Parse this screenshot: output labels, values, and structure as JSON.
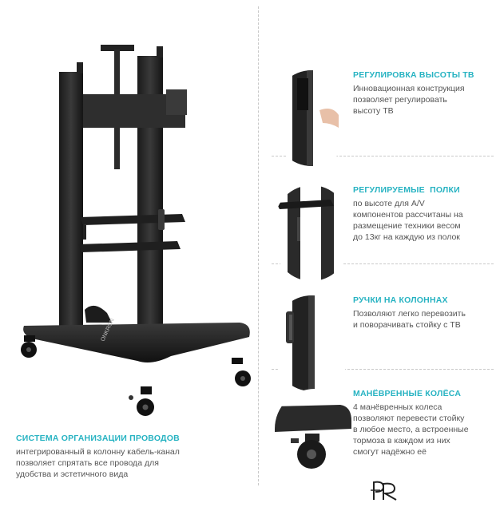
{
  "brand": {
    "stand_label": "ONKRON"
  },
  "features": [
    {
      "title": "РЕГУЛИРОВКА ВЫСОТЫ ТВ",
      "description": "Инновационная конструкция\nпозволяет регулировать\nвысоту ТВ",
      "icon": "height-adjust-icon"
    },
    {
      "title": "РЕГУЛИРУЕМЫЕ  ПОЛКИ",
      "description": "по высоте для A/V\nкомпонентов рассчитаны на\nразмещение техники весом\nдо 13кг на каждую из полок",
      "icon": "shelf-icon"
    },
    {
      "title": "РУЧКИ НА КОЛОННАХ",
      "description": "Позволяют легко перевозить\nи поворачивать стойку с ТВ",
      "icon": "handle-icon"
    },
    {
      "title": "МАНЁВРЕННЫЕ КОЛЁСА",
      "description": "4 манёвренных колеса\nпозволяют перевести стойку\nв любое место, а встроенные\nтормоза в каждом из них\nсмогут надёжно её",
      "icon": "wheel-icon"
    }
  ],
  "cable_management": {
    "title": "СИСТЕМА ОРГАНИЗАЦИИ ПРОВОДОВ",
    "description": "интегрированный в колонну кабель-канал\nпозволяет спрятать все провода для\nудобства и эстетичного вида"
  },
  "colors": {
    "accent": "#27b3c2",
    "metal": "#2a2a2a"
  }
}
